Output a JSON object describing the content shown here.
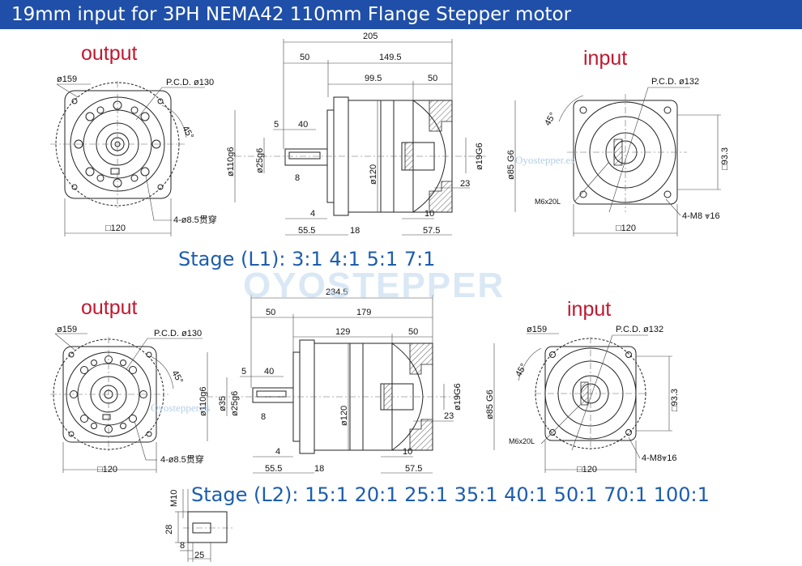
{
  "title": "19mm input for 3PH NEMA42 110mm Flange Stepper motor",
  "watermark": {
    "main": "OYOSTEPPER",
    "small1": "Oyostepper.es",
    "small2": "Oyostepper.es"
  },
  "stage1": {
    "label": "Stage (L1):  3:1  4:1  5:1  7:1",
    "output_label": "output",
    "input_label": "input",
    "output_view": {
      "dia": "ø159",
      "pcd": "P.C.D. ø130",
      "angle": "45°",
      "holes": "4-ø8.5贯穿",
      "square": "□120"
    },
    "side_view": {
      "total": "205",
      "left": "50",
      "right": "149.5",
      "mid": "99.5",
      "end": "50",
      "key_w": "5",
      "key_l": "40",
      "shaft": "ø25g6",
      "key_h": "8",
      "pilot": "ø110g6",
      "body": "ø120",
      "bore": "ø19G6",
      "pilot_in": "ø85 G6",
      "depth": "23",
      "b4": "4",
      "b10": "10",
      "b55": "55.5",
      "b18": "18",
      "b57": "57.5"
    },
    "input_view": {
      "pcd": "P.C.D. ø132",
      "angle": "45°",
      "sq": "□93.3",
      "screw": "M6x20L",
      "tap": "4-M8 ⩔16",
      "square": "□120"
    }
  },
  "stage2": {
    "label": "Stage (L2):  15:1  20:1  25:1  35:1   40:1  50:1   70:1  100:1",
    "output_label": "output",
    "input_label": "input",
    "output_view": {
      "dia": "ø159",
      "pcd": "P.C.D. ø130",
      "angle": "45°",
      "holes": "4-ø8.5贯穿",
      "square": "□120"
    },
    "side_view": {
      "total": "234.5",
      "left": "50",
      "right": "179",
      "mid": "129",
      "end": "50",
      "key_w": "5",
      "key_l": "40",
      "shaft": "ø35",
      "shaft2": "ø25g6",
      "key_h": "8",
      "pilot": "ø110g6",
      "body": "ø120",
      "bore": "ø19G6",
      "pilot_in": "ø85 G6",
      "depth": "23",
      "b4": "4",
      "b10": "10",
      "b55": "55.5",
      "b18": "18",
      "b57": "57.5"
    },
    "input_view": {
      "dia": "ø159",
      "pcd": "P.C.D. ø132",
      "angle": "45°",
      "sq": "□93.3",
      "screw": "M6x20L",
      "tap": "4-M8⩔16",
      "square": "□120"
    }
  },
  "detail": {
    "thread": "M10",
    "h": "28",
    "a": "8",
    "b": "25"
  }
}
